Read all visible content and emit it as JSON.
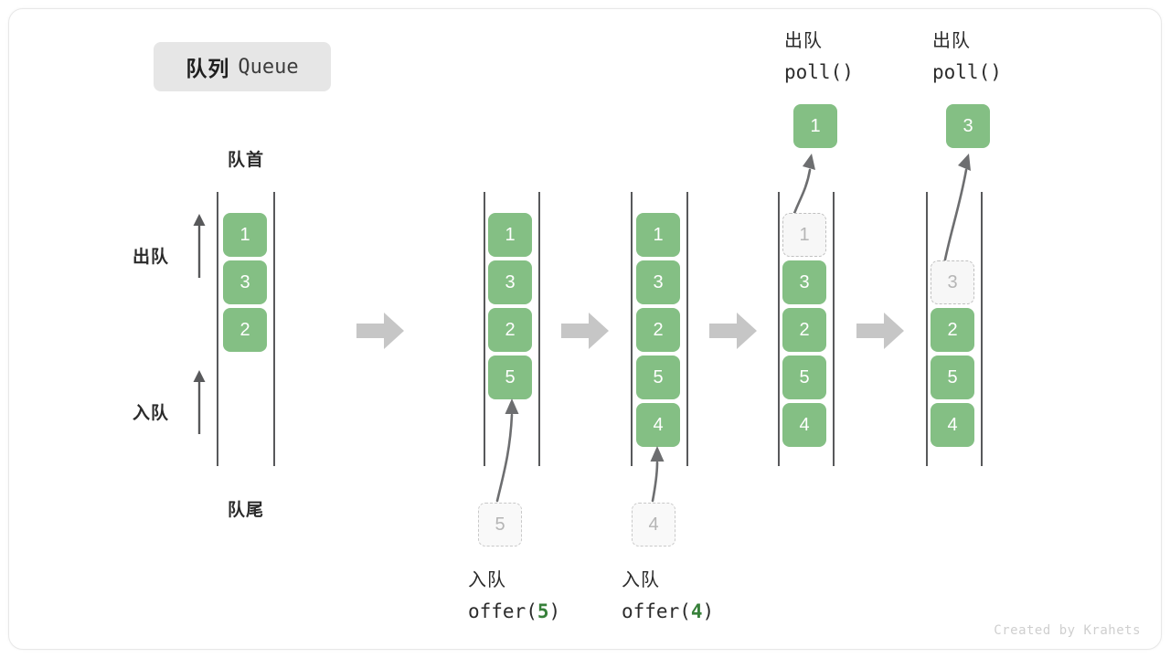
{
  "title": {
    "cn": "队列",
    "en": "Queue"
  },
  "labels": {
    "head": "队首",
    "tail": "队尾",
    "dequeue_side": "出队",
    "enqueue_side": "入队"
  },
  "credit": "Created by Krahets",
  "colors": {
    "cell_fill": "#84bf84",
    "cell_text": "#ffffff",
    "ghost_fill": "#f7f7f7",
    "ghost_text": "#b5b5b5",
    "rail": "#58595b",
    "block_arrow": "#c6c6c6",
    "accent_number": "#37803a",
    "chip_bg": "#e6e6e6",
    "card_border": "#e8e8e8"
  },
  "steps": [
    {
      "id": "initial",
      "cells": [
        "1",
        "3",
        "2"
      ],
      "ghost_index": -1,
      "pending": null,
      "caption_line1": "",
      "caption_line2": "",
      "caption_arg": "",
      "top_line1": "",
      "top_line2": "",
      "out_value": ""
    },
    {
      "id": "offer-5",
      "cells": [
        "1",
        "3",
        "2",
        "5"
      ],
      "ghost_index": -1,
      "pending": "5",
      "caption_line1": "入队",
      "caption_line2_pre": "offer(",
      "caption_arg": "5",
      "caption_line2_post": ")",
      "top_line1": "",
      "top_line2": "",
      "out_value": ""
    },
    {
      "id": "offer-4",
      "cells": [
        "1",
        "3",
        "2",
        "5",
        "4"
      ],
      "ghost_index": -1,
      "pending": "4",
      "caption_line1": "入队",
      "caption_line2_pre": "offer(",
      "caption_arg": "4",
      "caption_line2_post": ")",
      "top_line1": "",
      "top_line2": "",
      "out_value": ""
    },
    {
      "id": "poll-1",
      "cells": [
        "1",
        "3",
        "2",
        "5",
        "4"
      ],
      "ghost_index": 0,
      "pending": null,
      "caption_line1": "",
      "caption_line2": "",
      "top_line1": "出队",
      "top_line2": "poll()",
      "out_value": "1"
    },
    {
      "id": "poll-3",
      "cells": [
        "3",
        "2",
        "5",
        "4"
      ],
      "ghost_index": 0,
      "pending": null,
      "caption_line1": "",
      "caption_line2": "",
      "top_line1": "出队",
      "top_line2": "poll()",
      "out_value": "3"
    }
  ]
}
